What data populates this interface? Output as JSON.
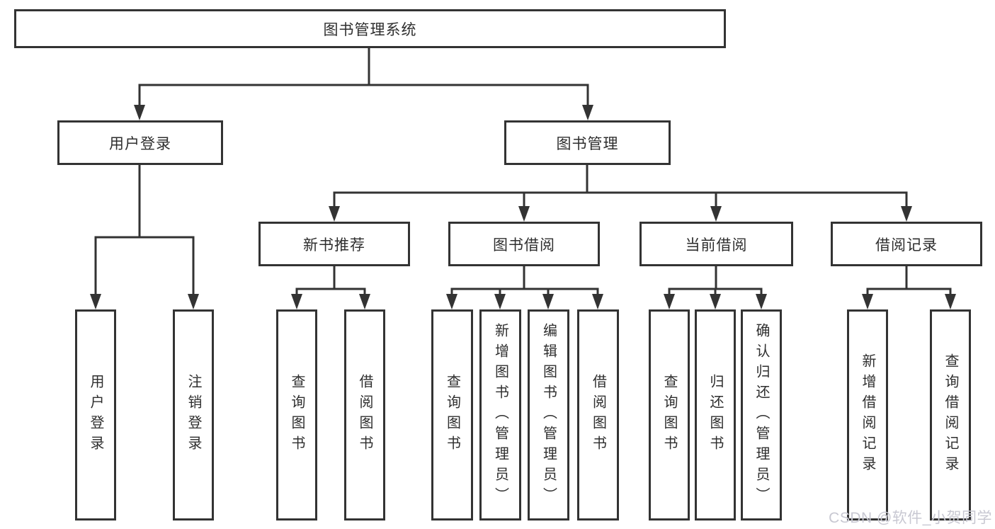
{
  "diagram": {
    "root": {
      "label": "图书管理系统"
    },
    "branches": [
      {
        "label": "用户登录",
        "children": [
          {
            "label": "用户登录"
          },
          {
            "label": "注销登录"
          }
        ]
      },
      {
        "label": "图书管理",
        "children": [
          {
            "label": "新书推荐",
            "children": [
              {
                "label": "查询图书"
              },
              {
                "label": "借阅图书"
              }
            ]
          },
          {
            "label": "图书借阅",
            "children": [
              {
                "label": "查询图书"
              },
              {
                "label": "新增图书（管理员）"
              },
              {
                "label": "编辑图书（管理员）"
              },
              {
                "label": "借阅图书"
              }
            ]
          },
          {
            "label": "当前借阅",
            "children": [
              {
                "label": "查询图书"
              },
              {
                "label": "归还图书"
              },
              {
                "label": "确认归还（管理员）"
              }
            ]
          },
          {
            "label": "借阅记录",
            "children": [
              {
                "label": "新增借阅记录"
              },
              {
                "label": "查询借阅记录"
              }
            ]
          }
        ]
      }
    ]
  },
  "watermark": {
    "text": "CSDN @软件_小贺同学",
    "color": "#c8c8d2"
  },
  "colors": {
    "line": "#333333",
    "box_background": "#ffffff",
    "text": "#2e2e2e"
  }
}
